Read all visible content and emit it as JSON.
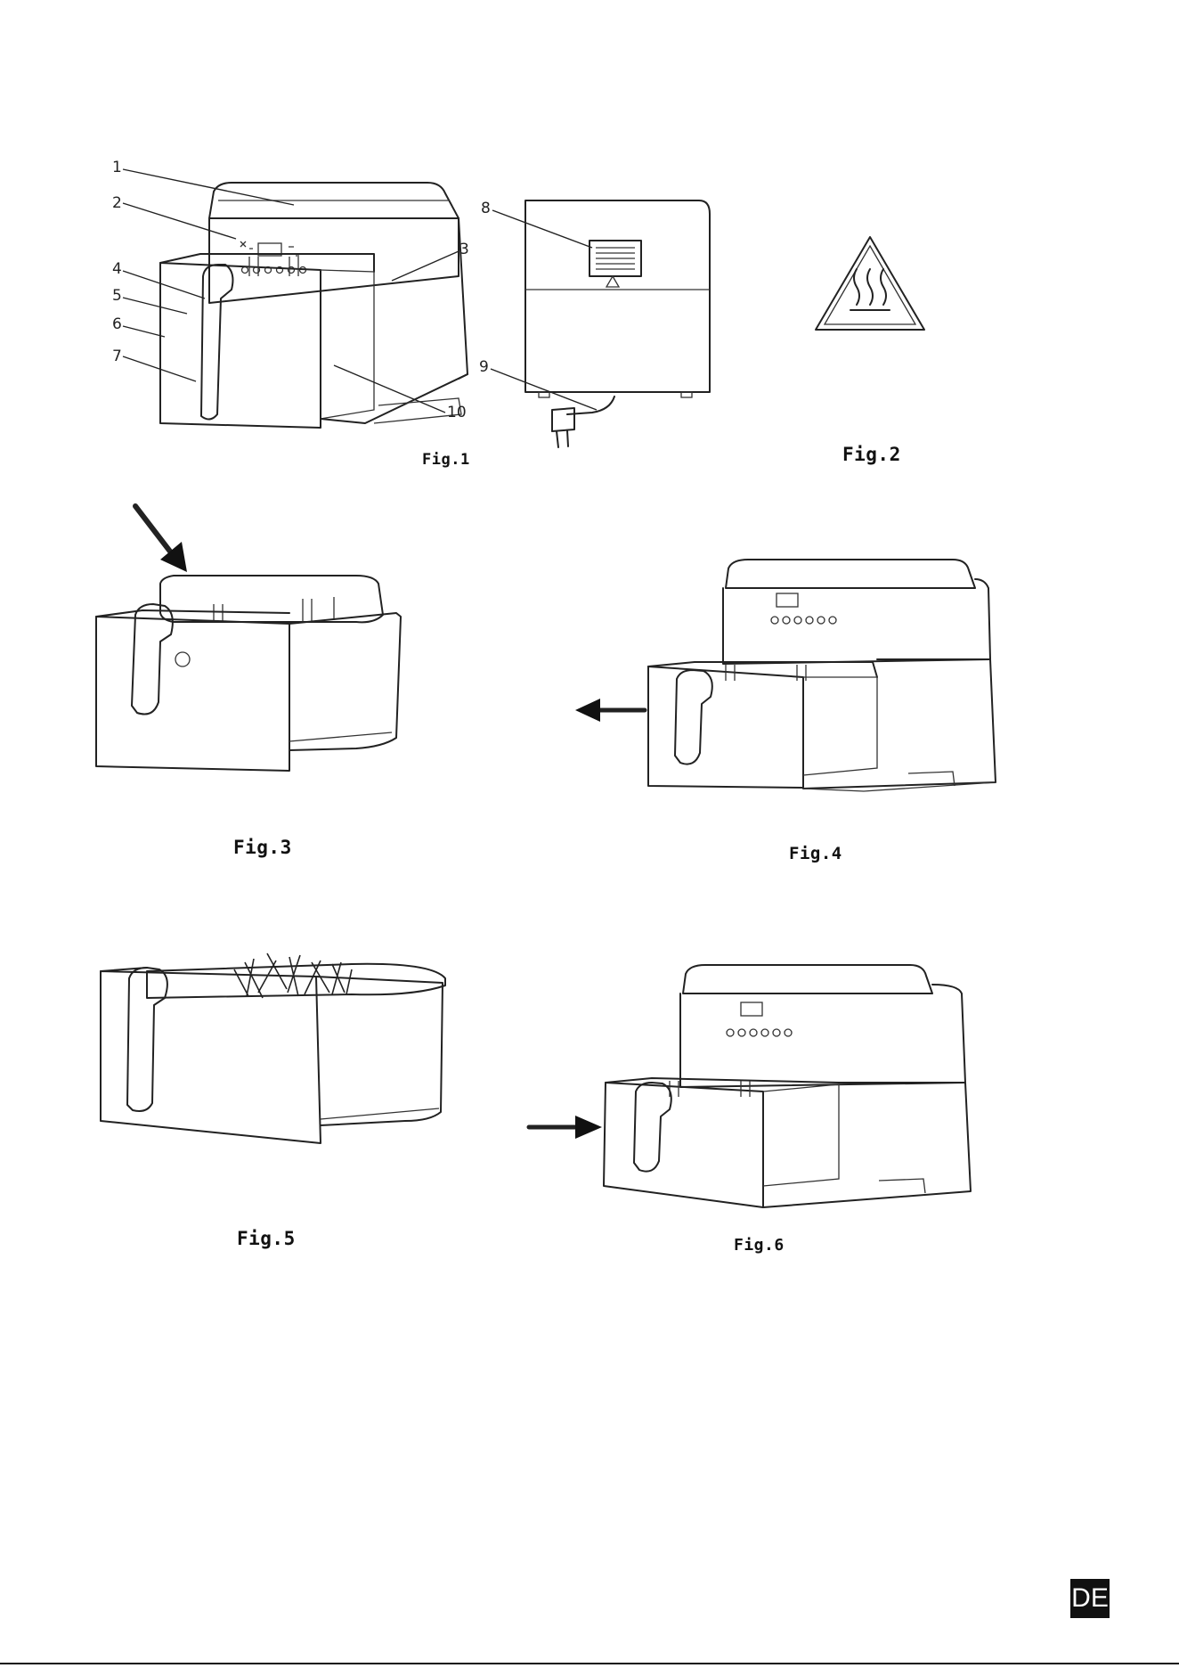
{
  "figures": [
    {
      "id": "fig1",
      "caption": "Fig.1",
      "callouts": [
        "1",
        "2",
        "3",
        "4",
        "5",
        "6",
        "7",
        "10"
      ]
    },
    {
      "id": "fig1b",
      "callouts": [
        "8",
        "9"
      ]
    },
    {
      "id": "fig2",
      "caption": "Fig.2"
    },
    {
      "id": "fig3",
      "caption": "Fig.3"
    },
    {
      "id": "fig4",
      "caption": "Fig.4"
    },
    {
      "id": "fig5",
      "caption": "Fig.5"
    },
    {
      "id": "fig6",
      "caption": "Fig.6"
    }
  ],
  "language_badge": "DE",
  "colors": {
    "line": "#222222",
    "badge_bg": "#111111",
    "badge_fg": "#ffffff"
  }
}
